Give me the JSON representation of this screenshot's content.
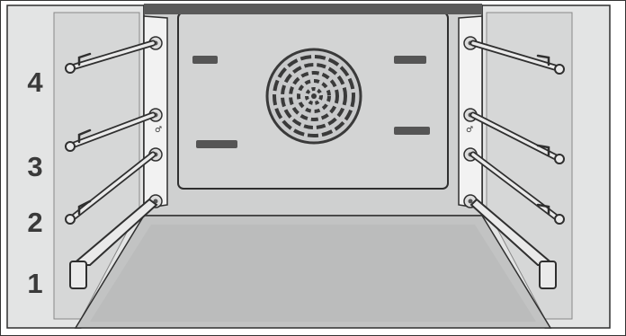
{
  "levels": [
    {
      "label": "4"
    },
    {
      "label": "3"
    },
    {
      "label": "2"
    },
    {
      "label": "1"
    }
  ],
  "colors": {
    "frame": "#d7d7d7",
    "interior_back": "#cfd0d0",
    "floor": "#c2c3c3",
    "outline": "#2f2f2f",
    "rail": "#eaeaea"
  },
  "icons": [
    "fan-cover-icon",
    "rack-support-left-icon",
    "rack-support-right-icon"
  ]
}
